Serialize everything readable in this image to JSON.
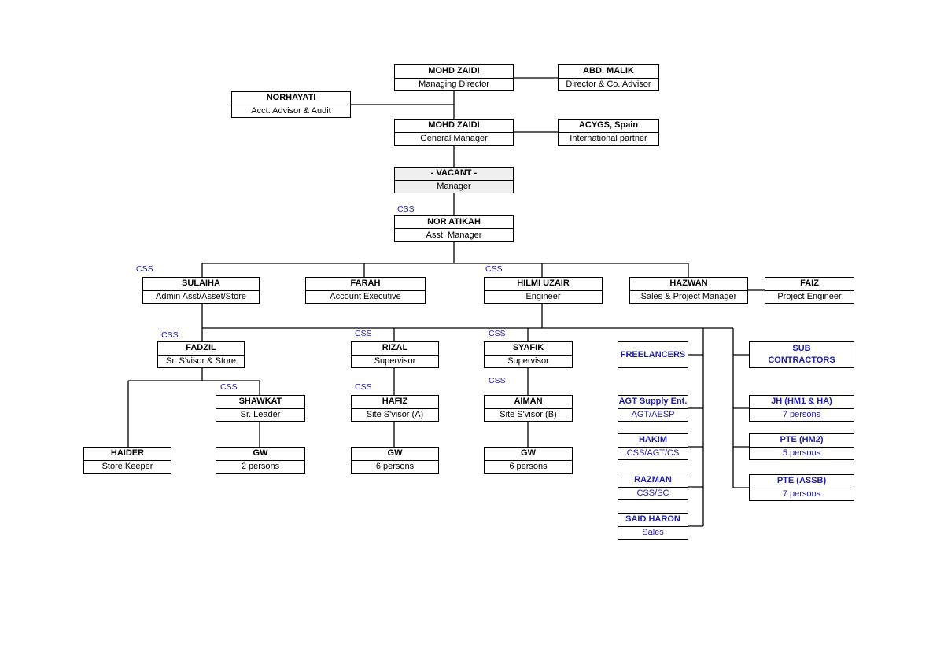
{
  "org_chart": {
    "mohd_zaidi_md": {
      "name": "MOHD ZAIDI",
      "role": "Managing Director"
    },
    "abd_malik": {
      "name": "ABD. MALIK",
      "role": "Director & Co. Advisor"
    },
    "norhayati": {
      "name": "NORHAYATI",
      "role": "Acct. Advisor & Audit"
    },
    "mohd_zaidi_gm": {
      "name": "MOHD ZAIDI",
      "role": "General Manager"
    },
    "acygs": {
      "name": "ACYGS, Spain",
      "role": "International partner"
    },
    "vacant": {
      "name": "- VACANT -",
      "role": "Manager"
    },
    "nor_atikah": {
      "name": "NOR ATIKAH",
      "role": "Asst. Manager",
      "tag": "CSS"
    },
    "sulaiha": {
      "name": "SULAIHA",
      "role": "Admin Asst/Asset/Store",
      "tag": "CSS"
    },
    "farah": {
      "name": "FARAH",
      "role": "Account Executive"
    },
    "hilmi_uzair": {
      "name": "HILMI UZAIR",
      "role": "Engineer",
      "tag": "CSS"
    },
    "hazwan": {
      "name": "HAZWAN",
      "role": "Sales & Project Manager"
    },
    "faiz": {
      "name": "FAIZ",
      "role": "Project Engineer"
    },
    "fadzil": {
      "name": "FADZIL",
      "role": "Sr. S'visor & Store",
      "tag": "CSS"
    },
    "rizal": {
      "name": "RIZAL",
      "role": "Supervisor",
      "tag": "CSS"
    },
    "syafik": {
      "name": "SYAFIK",
      "role": "Supervisor",
      "tag": "CSS"
    },
    "shawkat": {
      "name": "SHAWKAT",
      "role": "Sr. Leader",
      "tag": "CSS"
    },
    "hafiz": {
      "name": "HAFIZ",
      "role": "Site S'visor (A)",
      "tag": "CSS"
    },
    "aiman": {
      "name": "AIMAN",
      "role": "Site S'visor (B)",
      "tag": "CSS"
    },
    "haider": {
      "name": "HAIDER",
      "role": "Store Keeper"
    },
    "gw_shawkat": {
      "name": "GW",
      "role": "2 persons"
    },
    "gw_hafiz": {
      "name": "GW",
      "role": "6 persons"
    },
    "gw_aiman": {
      "name": "GW",
      "role": "6 persons"
    },
    "freelancers": {
      "name": "FREELANCERS"
    },
    "agt_supply": {
      "name": "AGT Supply Ent.",
      "role": "AGT/AESP"
    },
    "hakim": {
      "name": "HAKIM",
      "role": "CSS/AGT/CS"
    },
    "razman": {
      "name": "RAZMAN",
      "role": "CSS/SC"
    },
    "said_haron": {
      "name": "SAID HARON",
      "role": "Sales"
    },
    "sub_contractors": {
      "name": "SUB CONTRACTORS"
    },
    "jh": {
      "name": "JH (HM1 & HA)",
      "role": "7 persons"
    },
    "pte_hm2": {
      "name": "PTE (HM2)",
      "role": "5 persons"
    },
    "pte_assb": {
      "name": "PTE (ASSB)",
      "role": "7 persons"
    }
  },
  "colors": {
    "line": "#000000",
    "tag_text": "#1f1fa0",
    "vacant_fill": "#efefef"
  }
}
